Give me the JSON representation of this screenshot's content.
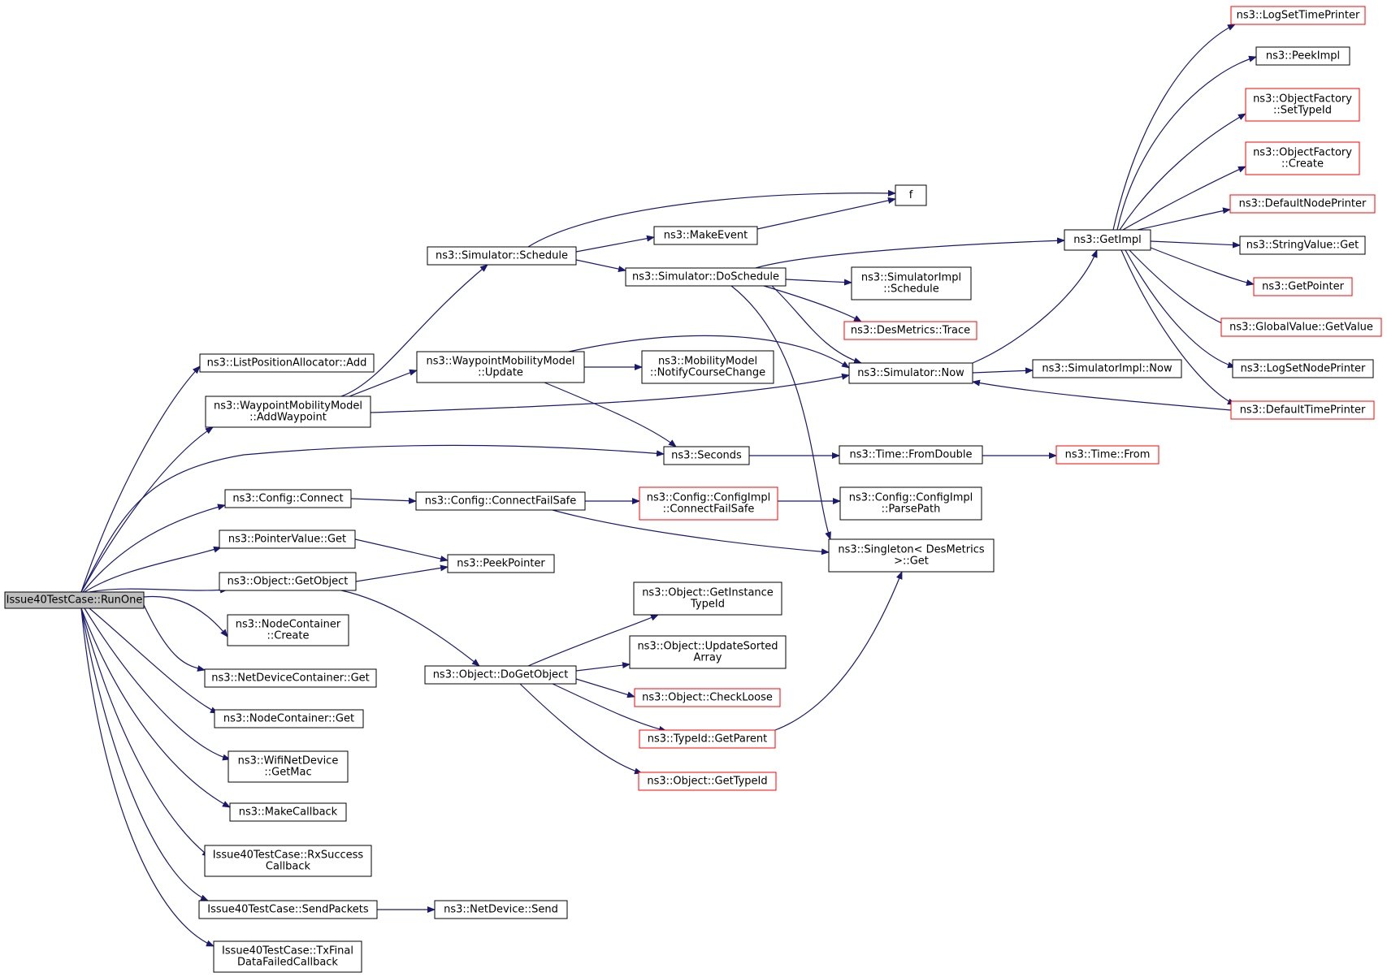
{
  "colors": {
    "edge": "#191970",
    "border_normal": "#000000",
    "border_truncated": "#ff0000",
    "root_fill": "#bfbfbf",
    "node_fill": "#ffffff"
  },
  "nodes": [
    {
      "id": "root",
      "lines": [
        "Issue40TestCase::RunOne"
      ],
      "style": "root"
    },
    {
      "id": "lpa_add",
      "lines": [
        "ns3::ListPositionAllocator::Add"
      ],
      "style": "normal"
    },
    {
      "id": "wmm_addwp",
      "lines": [
        "ns3::WaypointMobilityModel",
        "::AddWaypoint"
      ],
      "style": "normal"
    },
    {
      "id": "cfg_connect",
      "lines": [
        "ns3::Config::Connect"
      ],
      "style": "normal"
    },
    {
      "id": "ptrval_get",
      "lines": [
        "ns3::PointerValue::Get"
      ],
      "style": "normal"
    },
    {
      "id": "obj_getobject",
      "lines": [
        "ns3::Object::GetObject"
      ],
      "style": "normal"
    },
    {
      "id": "nc_create",
      "lines": [
        "ns3::NodeContainer",
        "::Create"
      ],
      "style": "normal"
    },
    {
      "id": "ndc_get",
      "lines": [
        "ns3::NetDeviceContainer::Get"
      ],
      "style": "normal"
    },
    {
      "id": "nc_get",
      "lines": [
        "ns3::NodeContainer::Get"
      ],
      "style": "normal"
    },
    {
      "id": "wifi_getmac",
      "lines": [
        "ns3::WifiNetDevice",
        "::GetMac"
      ],
      "style": "normal"
    },
    {
      "id": "makecallback",
      "lines": [
        "ns3::MakeCallback"
      ],
      "style": "normal"
    },
    {
      "id": "rxsuccess",
      "lines": [
        "Issue40TestCase::RxSuccess",
        "Callback"
      ],
      "style": "normal"
    },
    {
      "id": "sendpackets",
      "lines": [
        "Issue40TestCase::SendPackets"
      ],
      "style": "normal"
    },
    {
      "id": "txfinal",
      "lines": [
        "Issue40TestCase::TxFinal",
        "DataFailedCallback"
      ],
      "style": "normal"
    },
    {
      "id": "sim_schedule",
      "lines": [
        "ns3::Simulator::Schedule"
      ],
      "style": "normal"
    },
    {
      "id": "wmm_update",
      "lines": [
        "ns3::WaypointMobilityModel",
        "::Update"
      ],
      "style": "normal"
    },
    {
      "id": "cfg_connectfs",
      "lines": [
        "ns3::Config::ConnectFailSafe"
      ],
      "style": "normal"
    },
    {
      "id": "peekpointer",
      "lines": [
        "ns3::PeekPointer"
      ],
      "style": "normal"
    },
    {
      "id": "obj_dogetobject",
      "lines": [
        "ns3::Object::DoGetObject"
      ],
      "style": "normal"
    },
    {
      "id": "netdevice_send",
      "lines": [
        "ns3::NetDevice::Send"
      ],
      "style": "normal"
    },
    {
      "id": "makeevent",
      "lines": [
        "ns3::MakeEvent"
      ],
      "style": "normal"
    },
    {
      "id": "sim_doschedule",
      "lines": [
        "ns3::Simulator::DoSchedule"
      ],
      "style": "normal"
    },
    {
      "id": "mm_notify",
      "lines": [
        "ns3::MobilityModel",
        "::NotifyCourseChange"
      ],
      "style": "normal"
    },
    {
      "id": "seconds",
      "lines": [
        "ns3::Seconds"
      ],
      "style": "normal"
    },
    {
      "id": "cfgimpl_connectfs",
      "lines": [
        "ns3::Config::ConfigImpl",
        "::ConnectFailSafe"
      ],
      "style": "truncated"
    },
    {
      "id": "obj_getinstance",
      "lines": [
        "ns3::Object::GetInstance",
        "TypeId"
      ],
      "style": "normal"
    },
    {
      "id": "obj_updatesorted",
      "lines": [
        "ns3::Object::UpdateSorted",
        "Array"
      ],
      "style": "normal"
    },
    {
      "id": "obj_checkloose",
      "lines": [
        "ns3::Object::CheckLoose"
      ],
      "style": "truncated"
    },
    {
      "id": "typeid_getparent",
      "lines": [
        "ns3::TypeId::GetParent"
      ],
      "style": "truncated"
    },
    {
      "id": "obj_gettypeid",
      "lines": [
        "ns3::Object::GetTypeId"
      ],
      "style": "truncated"
    },
    {
      "id": "f",
      "lines": [
        "f"
      ],
      "style": "normal"
    },
    {
      "id": "simimpl_schedule",
      "lines": [
        "ns3::SimulatorImpl",
        "::Schedule"
      ],
      "style": "normal"
    },
    {
      "id": "desmetrics_trace",
      "lines": [
        "ns3::DesMetrics::Trace"
      ],
      "style": "truncated"
    },
    {
      "id": "sim_now",
      "lines": [
        "ns3::Simulator::Now"
      ],
      "style": "normal"
    },
    {
      "id": "time_fromdouble",
      "lines": [
        "ns3::Time::FromDouble"
      ],
      "style": "normal"
    },
    {
      "id": "cfgimpl_parsepath",
      "lines": [
        "ns3::Config::ConfigImpl",
        "::ParsePath"
      ],
      "style": "normal"
    },
    {
      "id": "singleton_get",
      "lines": [
        "ns3::Singleton< DesMetrics",
        " >::Get"
      ],
      "style": "normal"
    },
    {
      "id": "getimpl",
      "lines": [
        "ns3::GetImpl"
      ],
      "style": "normal"
    },
    {
      "id": "simimpl_now",
      "lines": [
        "ns3::SimulatorImpl::Now"
      ],
      "style": "normal"
    },
    {
      "id": "time_from",
      "lines": [
        "ns3::Time::From"
      ],
      "style": "truncated"
    },
    {
      "id": "logsettimeprinter",
      "lines": [
        "ns3::LogSetTimePrinter"
      ],
      "style": "truncated"
    },
    {
      "id": "peekimpl",
      "lines": [
        "ns3::PeekImpl"
      ],
      "style": "normal"
    },
    {
      "id": "of_settypeid",
      "lines": [
        "ns3::ObjectFactory",
        "::SetTypeId"
      ],
      "style": "truncated"
    },
    {
      "id": "of_create",
      "lines": [
        "ns3::ObjectFactory",
        "::Create"
      ],
      "style": "truncated"
    },
    {
      "id": "defaultnodeprinter",
      "lines": [
        "ns3::DefaultNodePrinter"
      ],
      "style": "truncated"
    },
    {
      "id": "stringvalue_get",
      "lines": [
        "ns3::StringValue::Get"
      ],
      "style": "normal"
    },
    {
      "id": "getpointer",
      "lines": [
        "ns3::GetPointer"
      ],
      "style": "truncated"
    },
    {
      "id": "gv_getvalue",
      "lines": [
        "ns3::GlobalValue::GetValue"
      ],
      "style": "truncated"
    },
    {
      "id": "logsetnodeprinter",
      "lines": [
        "ns3::LogSetNodePrinter"
      ],
      "style": "normal"
    },
    {
      "id": "defaulttimeprinter",
      "lines": [
        "ns3::DefaultTimePrinter"
      ],
      "style": "truncated"
    }
  ],
  "edges": [
    [
      "root",
      "lpa_add"
    ],
    [
      "root",
      "wmm_addwp"
    ],
    [
      "root",
      "seconds"
    ],
    [
      "root",
      "cfg_connect"
    ],
    [
      "root",
      "ptrval_get"
    ],
    [
      "root",
      "obj_getobject"
    ],
    [
      "root",
      "nc_create"
    ],
    [
      "root",
      "ndc_get"
    ],
    [
      "root",
      "nc_get"
    ],
    [
      "root",
      "wifi_getmac"
    ],
    [
      "root",
      "makecallback"
    ],
    [
      "root",
      "rxsuccess"
    ],
    [
      "root",
      "sendpackets"
    ],
    [
      "root",
      "txfinal"
    ],
    [
      "wmm_addwp",
      "sim_schedule"
    ],
    [
      "wmm_addwp",
      "wmm_update"
    ],
    [
      "wmm_addwp",
      "sim_now"
    ],
    [
      "cfg_connect",
      "cfg_connectfs"
    ],
    [
      "ptrval_get",
      "peekpointer"
    ],
    [
      "obj_getobject",
      "peekpointer"
    ],
    [
      "obj_getobject",
      "obj_dogetobject"
    ],
    [
      "sendpackets",
      "netdevice_send"
    ],
    [
      "sim_schedule",
      "f"
    ],
    [
      "sim_schedule",
      "makeevent"
    ],
    [
      "sim_schedule",
      "sim_doschedule"
    ],
    [
      "makeevent",
      "f"
    ],
    [
      "sim_doschedule",
      "getimpl"
    ],
    [
      "sim_doschedule",
      "simimpl_schedule"
    ],
    [
      "sim_doschedule",
      "desmetrics_trace"
    ],
    [
      "sim_doschedule",
      "sim_now"
    ],
    [
      "sim_doschedule",
      "singleton_get"
    ],
    [
      "wmm_update",
      "mm_notify"
    ],
    [
      "wmm_update",
      "sim_now"
    ],
    [
      "wmm_update",
      "seconds"
    ],
    [
      "seconds",
      "time_fromdouble"
    ],
    [
      "time_fromdouble",
      "time_from"
    ],
    [
      "cfg_connectfs",
      "cfgimpl_connectfs"
    ],
    [
      "cfg_connectfs",
      "singleton_get"
    ],
    [
      "cfgimpl_connectfs",
      "cfgimpl_parsepath"
    ],
    [
      "obj_dogetobject",
      "obj_getinstance"
    ],
    [
      "obj_dogetobject",
      "obj_updatesorted"
    ],
    [
      "obj_dogetobject",
      "obj_checkloose"
    ],
    [
      "obj_dogetobject",
      "typeid_getparent"
    ],
    [
      "obj_dogetobject",
      "obj_gettypeid"
    ],
    [
      "typeid_getparent",
      "singleton_get"
    ],
    [
      "sim_now",
      "getimpl"
    ],
    [
      "sim_now",
      "simimpl_now"
    ],
    [
      "getimpl",
      "logsettimeprinter"
    ],
    [
      "getimpl",
      "peekimpl"
    ],
    [
      "getimpl",
      "of_settypeid"
    ],
    [
      "getimpl",
      "of_create"
    ],
    [
      "getimpl",
      "defaultnodeprinter"
    ],
    [
      "getimpl",
      "stringvalue_get"
    ],
    [
      "getimpl",
      "getpointer"
    ],
    [
      "getimpl",
      "gv_getvalue"
    ],
    [
      "getimpl",
      "logsetnodeprinter"
    ],
    [
      "getimpl",
      "defaulttimeprinter"
    ],
    [
      "defaulttimeprinter",
      "sim_now"
    ]
  ]
}
